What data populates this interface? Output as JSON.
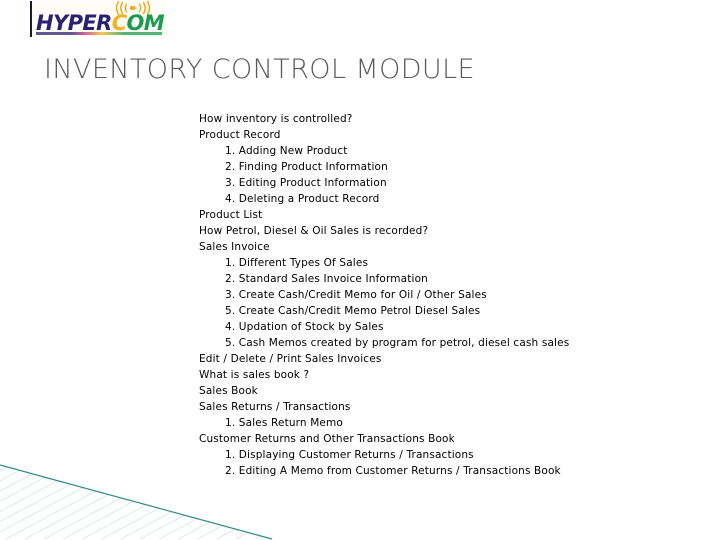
{
  "logo": {
    "name": "hypercom-logo",
    "wordmark_parts": {
      "hyper": "HYPER",
      "c": "C",
      "o": "O",
      "m": "M"
    },
    "antenna_symbol": "(( ▪ ))",
    "colors": {
      "hyper": "#2b2172",
      "c": "#f0b323",
      "o": "#1a9c4e",
      "m": "#1a9c4e",
      "antenna": "#f0a91e",
      "rule_left": "#1a1a2e"
    }
  },
  "slide": {
    "title": "INVENTORY CONTROL MODULE",
    "title_color": "#5a5a5a",
    "background_color": "#ffffff"
  },
  "outline": {
    "lines": [
      {
        "level": 1,
        "text": "How inventory is controlled?"
      },
      {
        "level": 1,
        "text": "Product Record"
      },
      {
        "level": 2,
        "text": "1. Adding New Product"
      },
      {
        "level": 2,
        "text": "2. Finding Product Information"
      },
      {
        "level": 2,
        "text": "3. Editing Product Information"
      },
      {
        "level": 2,
        "text": "4. Deleting a Product Record"
      },
      {
        "level": 1,
        "text": "Product List"
      },
      {
        "level": 1,
        "text": "How Petrol, Diesel & Oil Sales is recorded?"
      },
      {
        "level": 1,
        "text": "Sales Invoice"
      },
      {
        "level": 2,
        "text": "1. Different Types Of Sales"
      },
      {
        "level": 2,
        "text": "2. Standard Sales Invoice Information"
      },
      {
        "level": 2,
        "text": "3. Create Cash/Credit Memo for Oil / Other Sales"
      },
      {
        "level": 2,
        "text": "5. Create Cash/Credit Memo Petrol Diesel Sales"
      },
      {
        "level": 2,
        "text": "4. Updation of Stock by Sales"
      },
      {
        "level": 2,
        "text": "5. Cash Memos created by program for petrol, diesel cash sales"
      },
      {
        "level": 1,
        "text": "Edit / Delete / Print Sales Invoices"
      },
      {
        "level": 1,
        "text": "What is sales book ?"
      },
      {
        "level": 1,
        "text": "Sales Book"
      },
      {
        "level": 1,
        "text": "Sales Returns / Transactions"
      },
      {
        "level": 2,
        "text": "1. Sales Return Memo"
      },
      {
        "level": 1,
        "text": "Customer Returns and Other Transactions Book"
      },
      {
        "level": 2,
        "text": "1. Displaying Customer Returns / Transactions"
      },
      {
        "level": 2,
        "text": "2. Editing A Memo from Customer Returns / Transactions Book"
      }
    ]
  },
  "decoration": {
    "name": "corner-hatch-triangle",
    "line_color": "#2e8b8b",
    "hatch_color": "#bcd6d6"
  }
}
